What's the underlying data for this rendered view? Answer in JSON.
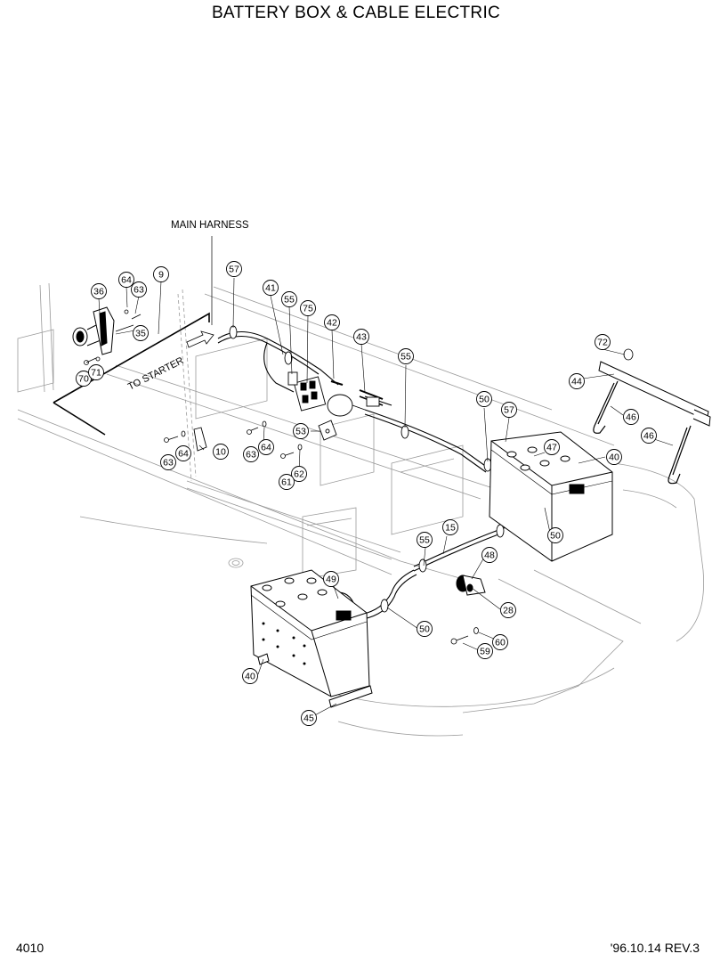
{
  "title": "BATTERY BOX & CABLE ELECTRIC",
  "main_harness_label": "MAIN HARNESS",
  "to_starter_label": "TO STARTER",
  "page_number": "4010",
  "revision": "'96.10.14 REV.3",
  "callouts": [
    {
      "id": "c9",
      "label": "9"
    },
    {
      "id": "c36",
      "label": "36"
    },
    {
      "id": "c64a",
      "label": "64"
    },
    {
      "id": "c63a",
      "label": "63"
    },
    {
      "id": "c35",
      "label": "35"
    },
    {
      "id": "c70",
      "label": "70"
    },
    {
      "id": "c71",
      "label": "71"
    },
    {
      "id": "c57a",
      "label": "57"
    },
    {
      "id": "c41",
      "label": "41"
    },
    {
      "id": "c55a",
      "label": "55"
    },
    {
      "id": "c75",
      "label": "75"
    },
    {
      "id": "c42",
      "label": "42"
    },
    {
      "id": "c43",
      "label": "43"
    },
    {
      "id": "c55b",
      "label": "55"
    },
    {
      "id": "c72",
      "label": "72"
    },
    {
      "id": "c44",
      "label": "44"
    },
    {
      "id": "c46a",
      "label": "46"
    },
    {
      "id": "c46b",
      "label": "46"
    },
    {
      "id": "c50a",
      "label": "50"
    },
    {
      "id": "c57b",
      "label": "57"
    },
    {
      "id": "c47",
      "label": "47"
    },
    {
      "id": "c40a",
      "label": "40"
    },
    {
      "id": "c50b",
      "label": "50"
    },
    {
      "id": "c53",
      "label": "53"
    },
    {
      "id": "c62",
      "label": "62"
    },
    {
      "id": "c61",
      "label": "61"
    },
    {
      "id": "c64b",
      "label": "64"
    },
    {
      "id": "c63b",
      "label": "63"
    },
    {
      "id": "c10",
      "label": "10"
    },
    {
      "id": "c64c",
      "label": "64"
    },
    {
      "id": "c63c",
      "label": "63"
    },
    {
      "id": "c15",
      "label": "15"
    },
    {
      "id": "c55c",
      "label": "55"
    },
    {
      "id": "c48",
      "label": "48"
    },
    {
      "id": "c49",
      "label": "49"
    },
    {
      "id": "c28",
      "label": "28"
    },
    {
      "id": "c50c",
      "label": "50"
    },
    {
      "id": "c60",
      "label": "60"
    },
    {
      "id": "c59",
      "label": "59"
    },
    {
      "id": "c40b",
      "label": "40"
    },
    {
      "id": "c45",
      "label": "45"
    }
  ]
}
